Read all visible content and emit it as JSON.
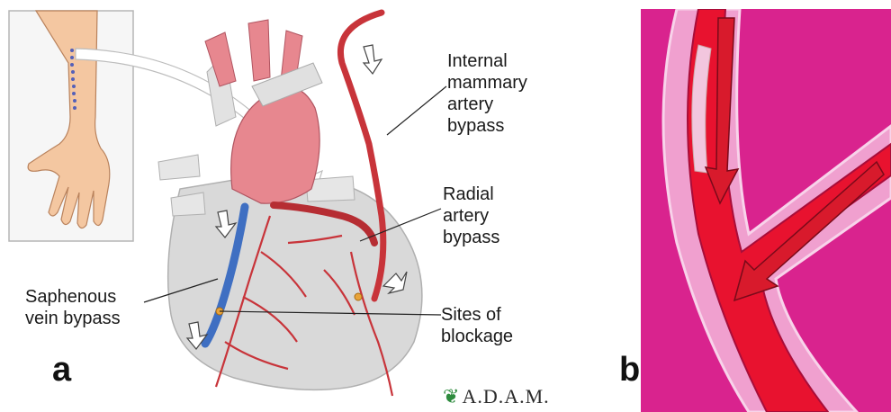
{
  "panel_a": {
    "letter": "a",
    "labels": {
      "internal_mammary": "Internal\nmammary\nartery\nbypass",
      "radial": "Radial\nartery\nbypass",
      "saphenous": "Saphenous\nvein bypass",
      "blockage": "Sites of\nblockage"
    },
    "logo": "A.D.A.M."
  },
  "panel_b": {
    "letter": "b"
  },
  "colors": {
    "artery_red": "#c8343a",
    "heart_gray": "#d9d9d9",
    "aorta_pink": "#e7878f",
    "vein_blue": "#3f6fc2",
    "panel_b_magenta": "#d9238e",
    "panel_b_flow": "#e8122f"
  }
}
